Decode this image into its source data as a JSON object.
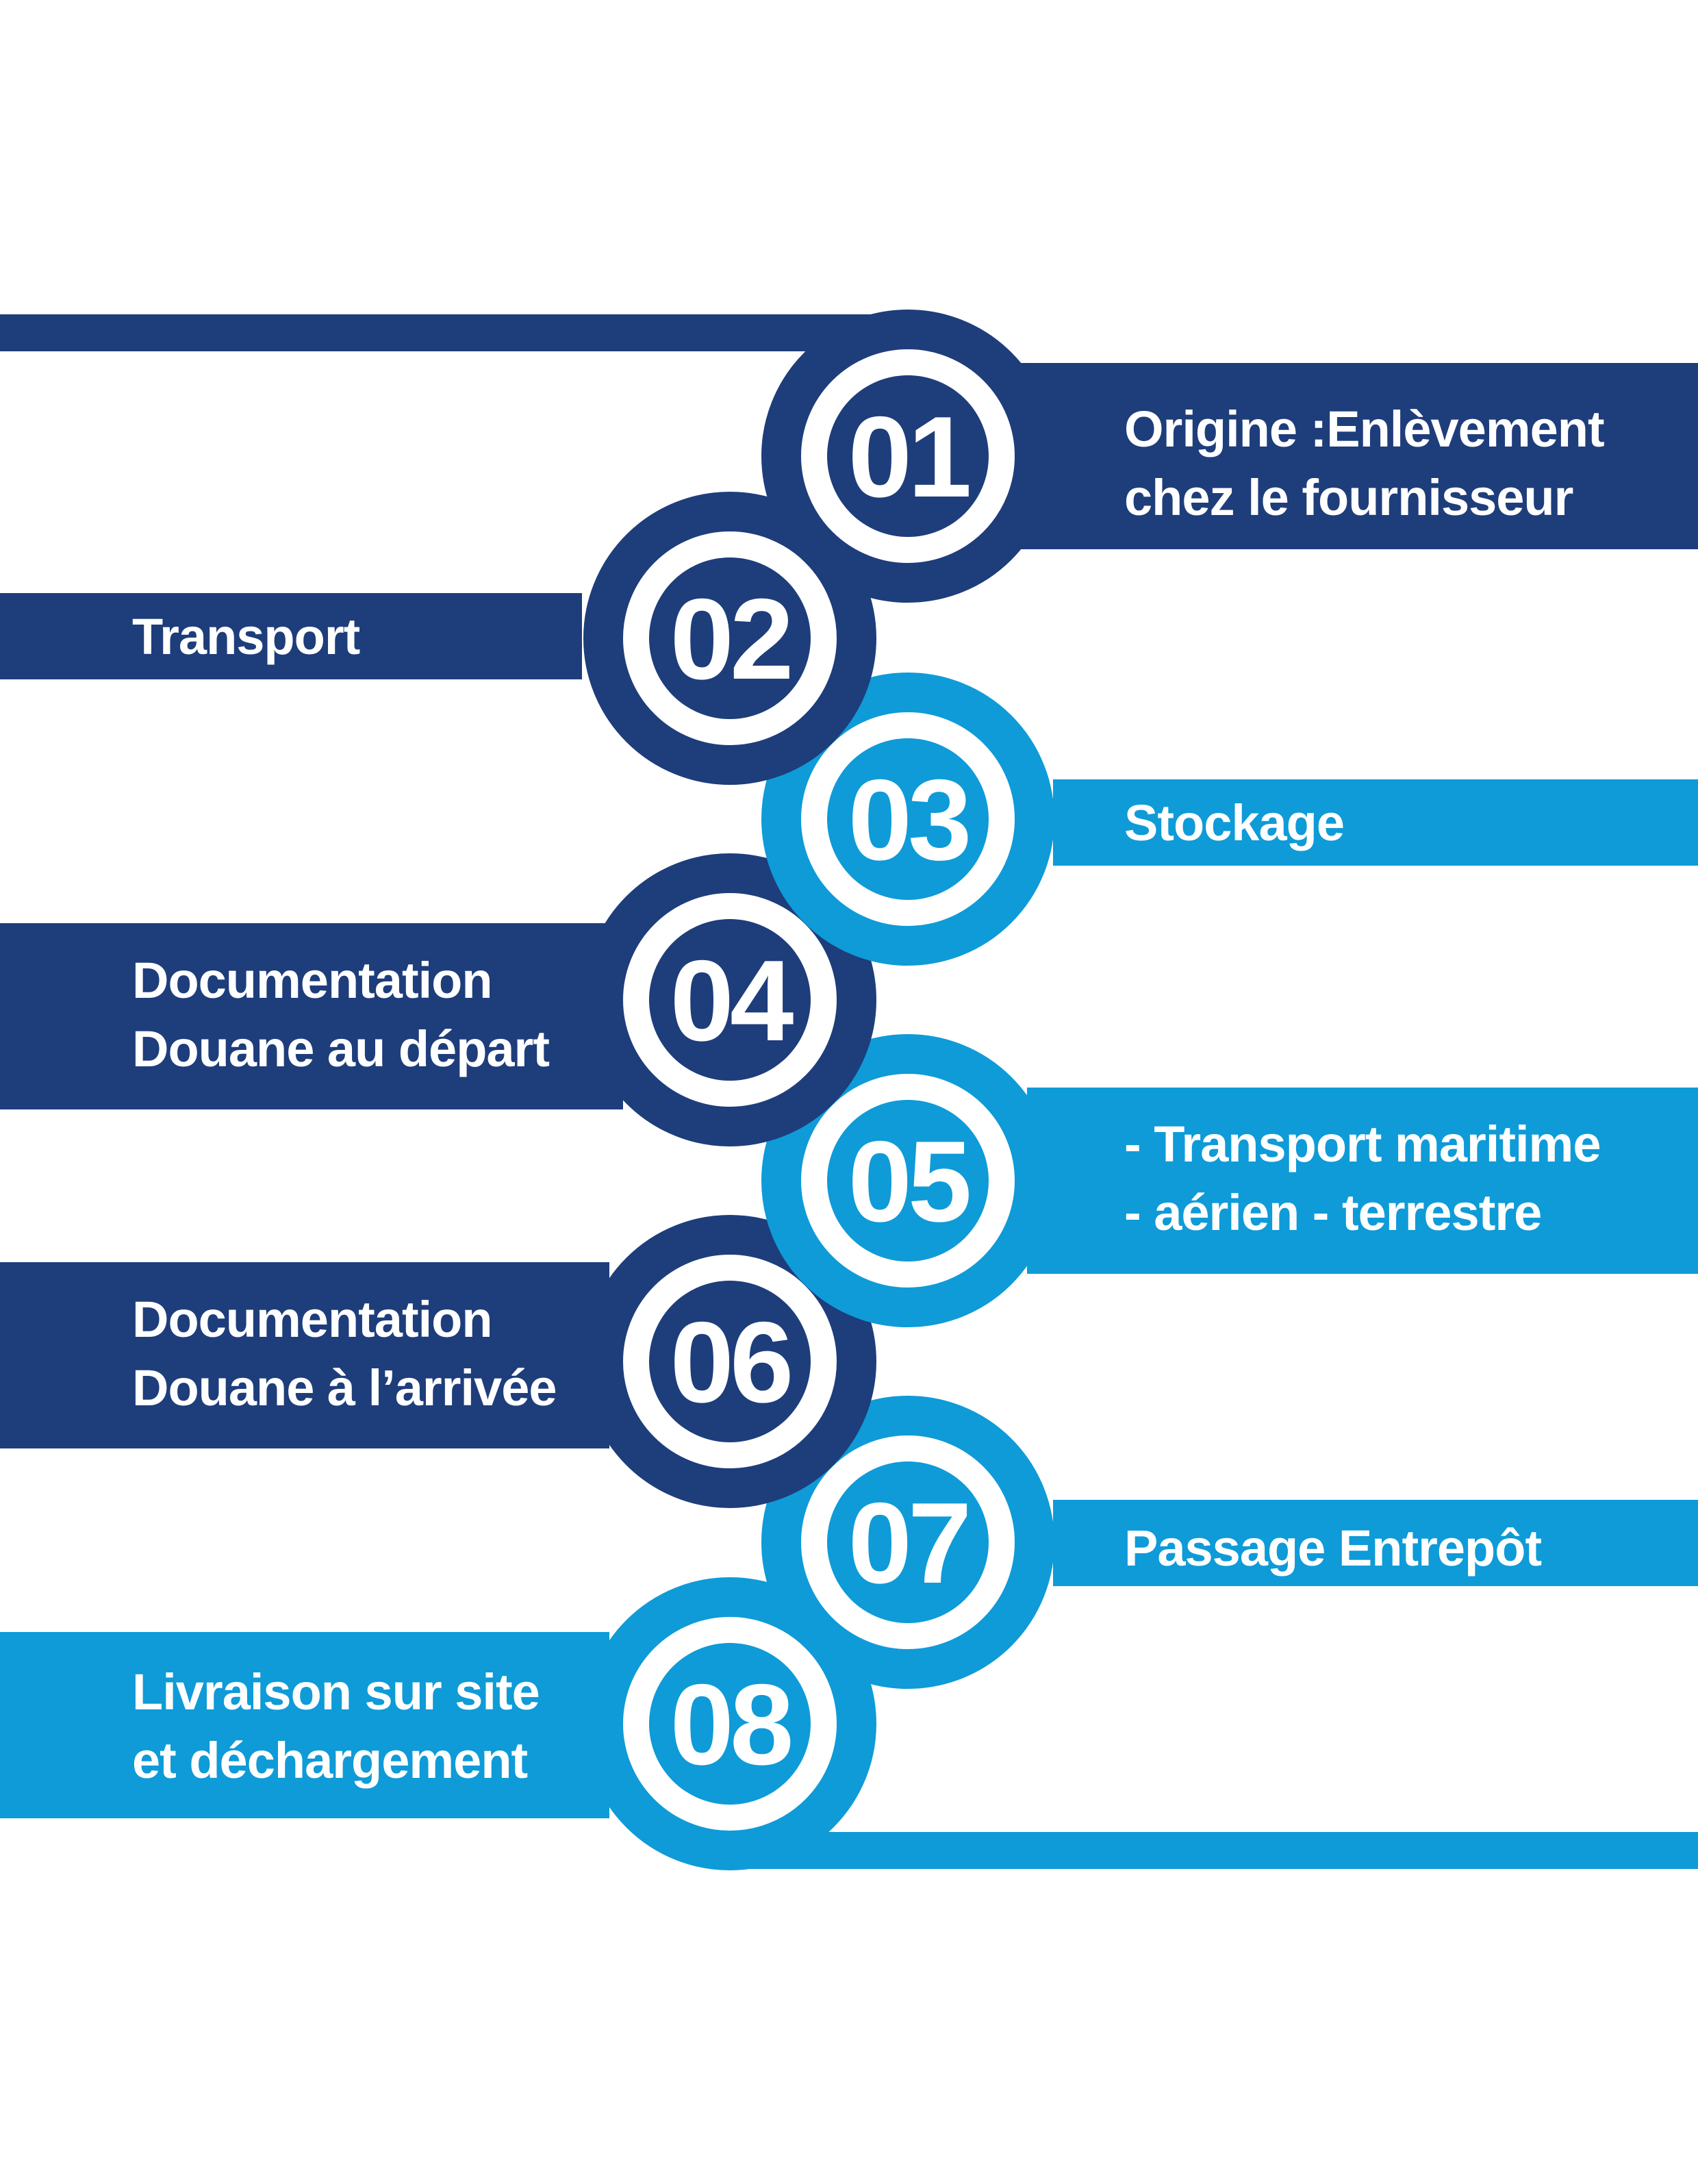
{
  "colors": {
    "dark": "#1e3d7b",
    "light": "#0e9bd8",
    "background": "#ffffff",
    "text": "#ffffff"
  },
  "steps": [
    {
      "number": "01",
      "lines": [
        "Origine :Enlèvement",
        "chez le fournisseur"
      ],
      "color": "dark"
    },
    {
      "number": "02",
      "lines": [
        "Transport"
      ],
      "color": "dark"
    },
    {
      "number": "03",
      "lines": [
        "Stockage"
      ],
      "color": "light"
    },
    {
      "number": "04",
      "lines": [
        "Documentation",
        "Douane au départ"
      ],
      "color": "dark"
    },
    {
      "number": "05",
      "lines": [
        "- Transport maritime",
        "- aérien - terrestre"
      ],
      "color": "light"
    },
    {
      "number": "06",
      "lines": [
        "Documentation",
        "Douane à l’arrivée"
      ],
      "color": "dark"
    },
    {
      "number": "07",
      "lines": [
        "Passage Entrepôt"
      ],
      "color": "light"
    },
    {
      "number": "08",
      "lines": [
        "Livraison sur site",
        "et déchargement"
      ],
      "color": "light"
    }
  ]
}
